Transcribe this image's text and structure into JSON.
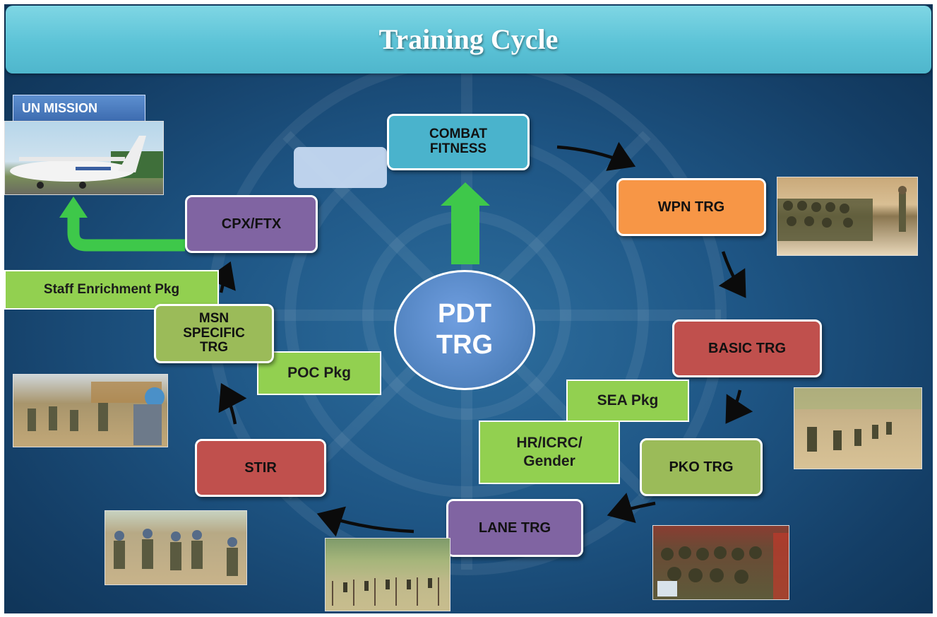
{
  "title": "Training Cycle",
  "center": {
    "line1": "PDT",
    "line2": "TRG"
  },
  "mission_label": "UN MISSION",
  "nodes": {
    "combat_fitness": {
      "line1": "COMBAT",
      "line2": "FITNESS"
    },
    "wpn_trg": "WPN TRG",
    "basic_trg": "BASIC TRG",
    "pko_trg": "PKO TRG",
    "lane_trg": "LANE TRG",
    "stir": "STIR",
    "msn_specific": {
      "line1": "MSN",
      "line2": "SPECIFIC",
      "line3": "TRG"
    },
    "cpx_ftx": "CPX/FTX"
  },
  "packages": {
    "sea": "SEA Pkg",
    "hr_icrc": {
      "line1": "HR/ICRC/",
      "line2": "Gender"
    },
    "poc": "POC Pkg",
    "staff": "Staff Enrichment  Pkg"
  },
  "colors": {
    "header": "#5cc3d7",
    "combat_fitness": "#4ab3cc",
    "wpn_trg": "#f79646",
    "basic_trg": "#c0504d",
    "pko_trg": "#9bbb59",
    "lane_trg": "#8064a2",
    "stir": "#c0504d",
    "msn_specific": "#9bbb59",
    "cpx_ftx": "#8064a2",
    "package": "#92d050",
    "center": "#4f81bd",
    "green_arrow": "#3ec84a"
  },
  "photos": [
    "aircraft-photo",
    "weapon-training-photo",
    "basic-training-photo",
    "classroom-photo",
    "lane-training-photo",
    "stir-photo",
    "msn-specific-photo"
  ]
}
